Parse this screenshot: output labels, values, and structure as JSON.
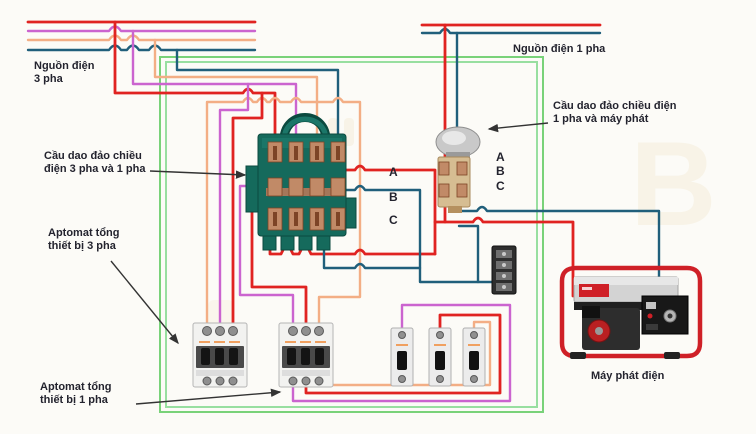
{
  "colors": {
    "bg": "#fcfbf7",
    "red": "#e02321",
    "magenta": "#cb64cf",
    "peach": "#f3ae85",
    "teal": "#205f7b",
    "green_outer": "#79d279",
    "green_inner": "#98dfa0",
    "text": "#23232e",
    "arrow": "#333333",
    "switch_teal": "#156a5c",
    "copper": "#c18a67",
    "gen_red": "#cf2027"
  },
  "labels": {
    "source_3pha_l1": "Nguồn điện",
    "source_3pha_l2": "3 pha",
    "source_1pha": "Nguồn điện 1 pha",
    "changeover_3pha_l1": "Cầu dao đảo chiều",
    "changeover_3pha_l2": "điện 3 pha và 1 pha",
    "breaker_3pha_l1": "Aptomat tổng",
    "breaker_3pha_l2": "thiết bị 3 pha",
    "breaker_1pha_l1": "Aptomat tổng",
    "breaker_1pha_l2": "thiết bị 1 pha",
    "changeover_1pha_l1": "Cầu dao đảo chiều điện",
    "changeover_1pha_l2": "1 pha và máy phát",
    "generator": "Máy phát điện"
  },
  "phase_labels": {
    "a": "A",
    "b": "B",
    "c": "C"
  }
}
